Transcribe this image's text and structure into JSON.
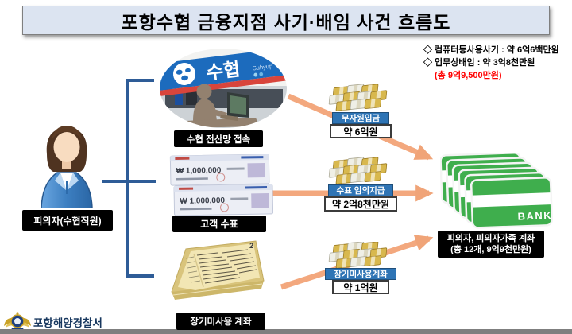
{
  "title": "포항수협 금융지점 사기·배임 사건 흐름도",
  "summary": {
    "line1": "◇ 컴퓨터등사용사기 : 약 6억6백만원",
    "line2": "◇ 업무상배임 : 약 3억8천만원",
    "total": "(총 9억9,500만원)"
  },
  "suspect": {
    "label": "피의자(수협직원)"
  },
  "sources": [
    {
      "label": "수협 전산망 접속",
      "sign_text": "수협",
      "sign_sub": "Suhyup"
    },
    {
      "label": "고객 수표",
      "check_amount": "₩ 1,000,000"
    },
    {
      "label": "장기미사용 계좌",
      "page_mark": "2"
    }
  ],
  "methods": [
    {
      "name": "무자원입금",
      "amount": "약 6억원"
    },
    {
      "name": "수표 임의지급",
      "amount": "약 2억8천만원"
    },
    {
      "name": "장기미사용계좌",
      "amount": "약 1억원"
    }
  ],
  "destination": {
    "card_text": "BANK",
    "label_line1": "피의자, 피의자가족 계좌",
    "label_line2": "(총 12개, 9억9천만원)"
  },
  "footer": {
    "org": "포항해양경찰서"
  },
  "colors": {
    "total_text": "#ff0000",
    "arrow": "#f3a87e",
    "bracket_blue": "#2e5c97",
    "method_blue": "#2e74b5",
    "card_green": "#3fae4d",
    "title_bg": "#dce4f1"
  }
}
